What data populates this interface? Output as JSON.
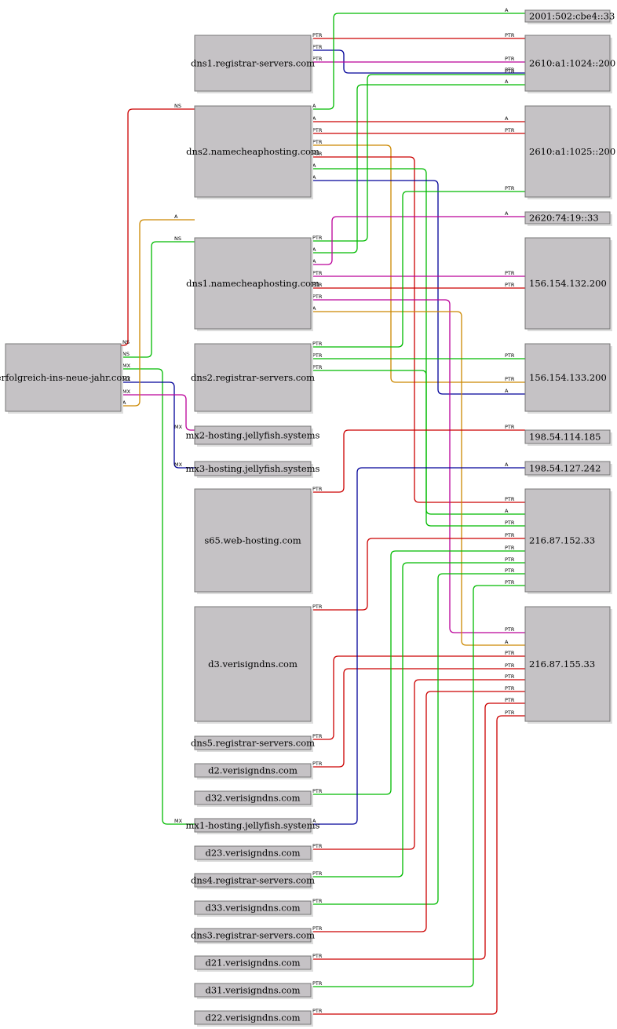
{
  "colors": {
    "NS": "#cc0000",
    "PTR_red": "#cc0000",
    "A_green": "#00bb00",
    "MX_blue": "#000099",
    "PTR_magenta": "#bb0099",
    "orange": "#cc8800",
    "node_fill": "#c5c2c5"
  },
  "nodes": [
    {
      "id": "root",
      "label": "erfolgreich-ins-neue-jahr.com"
    },
    {
      "id": "dns1reg",
      "label": "dns1.registrar-servers.com"
    },
    {
      "id": "dns2nc",
      "label": "dns2.namecheaphosting.com"
    },
    {
      "id": "dns1nc",
      "label": "dns1.namecheaphosting.com"
    },
    {
      "id": "dns2reg",
      "label": "dns2.registrar-servers.com"
    },
    {
      "id": "mx2",
      "label": "mx2-hosting.jellyfish.systems"
    },
    {
      "id": "mx3",
      "label": "mx3-hosting.jellyfish.systems"
    },
    {
      "id": "s65",
      "label": "s65.web-hosting.com"
    },
    {
      "id": "d3",
      "label": "d3.verisigndns.com"
    },
    {
      "id": "dns5reg",
      "label": "dns5.registrar-servers.com"
    },
    {
      "id": "d2",
      "label": "d2.verisigndns.com"
    },
    {
      "id": "d32",
      "label": "d32.verisigndns.com"
    },
    {
      "id": "mx1",
      "label": "mx1-hosting.jellyfish.systems"
    },
    {
      "id": "d23",
      "label": "d23.verisigndns.com"
    },
    {
      "id": "dns4reg",
      "label": "dns4.registrar-servers.com"
    },
    {
      "id": "d33",
      "label": "d33.verisigndns.com"
    },
    {
      "id": "dns3reg",
      "label": "dns3.registrar-servers.com"
    },
    {
      "id": "d21",
      "label": "d21.verisigndns.com"
    },
    {
      "id": "d31",
      "label": "d31.verisigndns.com"
    },
    {
      "id": "d22",
      "label": "d22.verisigndns.com"
    },
    {
      "id": "ip1",
      "label": "2001:502:cbe4::33"
    },
    {
      "id": "ip2",
      "label": "2610:a1:1024::200"
    },
    {
      "id": "ip3",
      "label": "2610:a1:1025::200"
    },
    {
      "id": "ip4",
      "label": "2620:74:19::33"
    },
    {
      "id": "ip5",
      "label": "156.154.132.200"
    },
    {
      "id": "ip6",
      "label": "156.154.133.200"
    },
    {
      "id": "ip7",
      "label": "198.54.114.185"
    },
    {
      "id": "ip8",
      "label": "198.54.127.242"
    },
    {
      "id": "ip9",
      "label": "216.87.152.33"
    },
    {
      "id": "ip10",
      "label": "216.87.155.33"
    }
  ],
  "edges": [
    {
      "from": "root",
      "to": "dns2nc",
      "type": "NS",
      "color": "#cc0000"
    },
    {
      "from": "root",
      "to": "dns1nc",
      "type": "NS",
      "color": "#00bb00"
    },
    {
      "from": "root",
      "to": "mx1",
      "type": "MX",
      "color": "#00bb00"
    },
    {
      "from": "root",
      "to": "mx3",
      "type": "MX",
      "color": "#000099"
    },
    {
      "from": "root",
      "to": "mx2",
      "type": "MX",
      "color": "#bb0099"
    },
    {
      "from": "root",
      "to": "s65",
      "type": "A",
      "color": "#cc8800"
    },
    {
      "from": "dns1reg",
      "to": "ip1",
      "type": "PTR",
      "color": "#cc0000"
    },
    {
      "from": "dns1reg",
      "to": "ip2",
      "type": "PTR",
      "color": "#000099"
    },
    {
      "from": "dns1reg",
      "to": "ip3",
      "type": "PTR",
      "color": "#bb0099"
    },
    {
      "from": "dns2nc",
      "to": "ip1",
      "type": "A",
      "color": "#00bb00"
    },
    {
      "from": "dns2nc",
      "to": "ip3",
      "type": "A",
      "color": "#cc0000"
    },
    {
      "from": "dns2nc",
      "to": "ip3",
      "type": "PTR",
      "color": "#cc0000"
    },
    {
      "from": "dns2nc",
      "to": "ip6",
      "type": "PTR",
      "color": "#cc8800"
    },
    {
      "from": "dns2nc",
      "to": "ip9",
      "type": "PTR",
      "color": "#cc0000"
    },
    {
      "from": "dns2nc",
      "to": "ip9",
      "type": "A",
      "color": "#00bb00"
    },
    {
      "from": "dns2nc",
      "to": "ip6",
      "type": "A",
      "color": "#000099"
    },
    {
      "from": "dns1nc",
      "to": "ip2",
      "type": "PTR",
      "color": "#00bb00"
    },
    {
      "from": "dns1nc",
      "to": "ip2",
      "type": "A",
      "color": "#00bb00"
    },
    {
      "from": "dns1nc",
      "to": "ip4",
      "type": "A",
      "color": "#bb0099"
    },
    {
      "from": "dns1nc",
      "to": "ip5",
      "type": "PTR",
      "color": "#bb0099"
    },
    {
      "from": "dns1nc",
      "to": "ip5",
      "type": "PTR",
      "color": "#cc0000"
    },
    {
      "from": "dns1nc",
      "to": "ip10",
      "type": "PTR",
      "color": "#bb0099"
    },
    {
      "from": "dns1nc",
      "to": "ip7",
      "type": "A",
      "color": "#cc8800"
    },
    {
      "from": "dns2reg",
      "to": "ip3",
      "type": "PTR",
      "color": "#00bb00"
    },
    {
      "from": "dns2reg",
      "to": "ip6",
      "type": "PTR",
      "color": "#00bb00"
    },
    {
      "from": "dns2reg",
      "to": "ip9",
      "type": "PTR",
      "color": "#00bb00"
    },
    {
      "from": "s65",
      "to": "ip7",
      "type": "PTR",
      "color": "#cc0000"
    },
    {
      "from": "d3",
      "to": "ip9",
      "type": "PTR",
      "color": "#cc0000"
    },
    {
      "from": "dns5reg",
      "to": "ip10",
      "type": "PTR",
      "color": "#cc0000"
    },
    {
      "from": "d2",
      "to": "ip10",
      "type": "PTR",
      "color": "#cc0000"
    },
    {
      "from": "d32",
      "to": "ip9",
      "type": "PTR",
      "color": "#00bb00"
    },
    {
      "from": "mx1",
      "to": "ip8",
      "type": "A",
      "color": "#000099"
    },
    {
      "from": "d23",
      "to": "ip10",
      "type": "PTR",
      "color": "#cc0000"
    },
    {
      "from": "dns4reg",
      "to": "ip9",
      "type": "PTR",
      "color": "#00bb00"
    },
    {
      "from": "d33",
      "to": "ip9",
      "type": "PTR",
      "color": "#00bb00"
    },
    {
      "from": "dns3reg",
      "to": "ip10",
      "type": "PTR",
      "color": "#cc0000"
    },
    {
      "from": "d21",
      "to": "ip10",
      "type": "PTR",
      "color": "#cc0000"
    },
    {
      "from": "d31",
      "to": "ip9",
      "type": "PTR",
      "color": "#00bb00"
    },
    {
      "from": "d22",
      "to": "ip10",
      "type": "PTR",
      "color": "#cc0000"
    }
  ]
}
